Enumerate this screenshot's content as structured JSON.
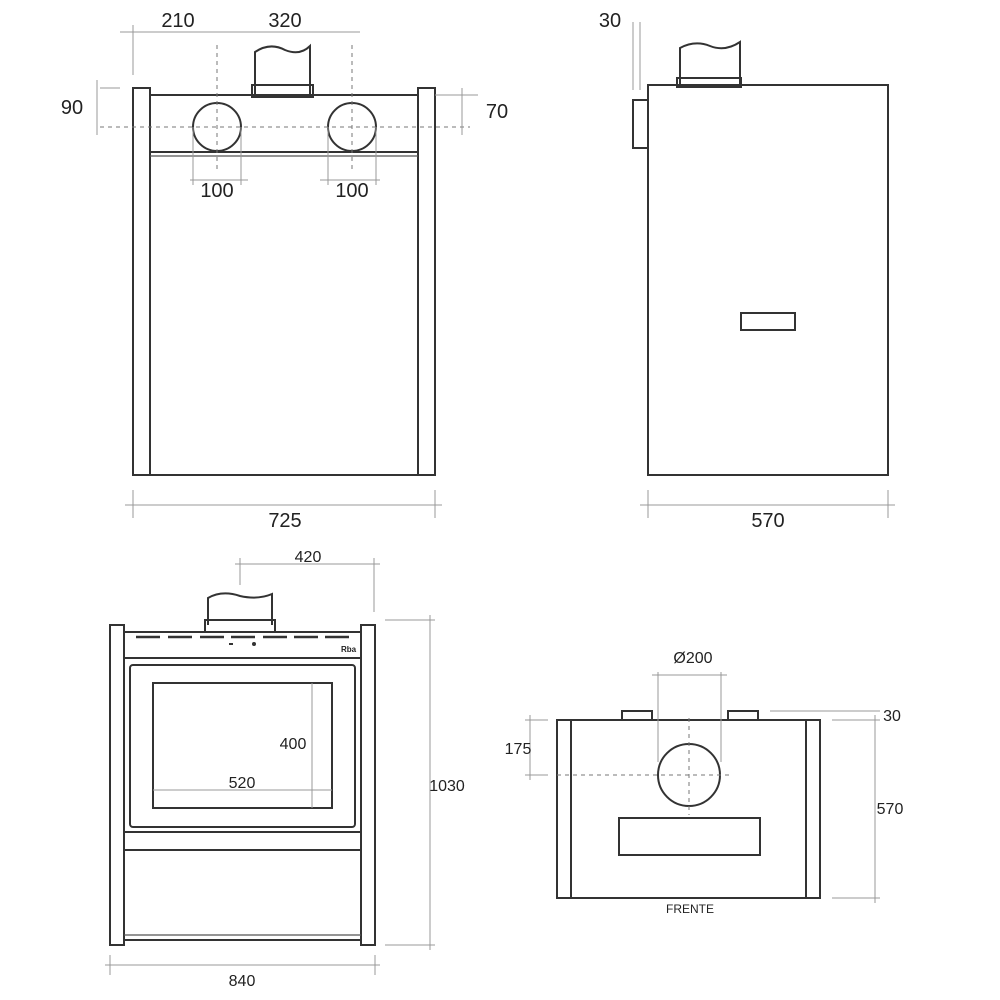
{
  "rear_view": {
    "dim_left_offset": "210",
    "dim_outlet_spacing": "320",
    "dim_top_90": "90",
    "dim_top_70": "70",
    "dim_outlet_left": "100",
    "dim_outlet_right": "100",
    "dim_width": "725"
  },
  "side_view": {
    "dim_top": "30",
    "dim_depth": "570"
  },
  "front_view": {
    "dim_flue_offset": "420",
    "dim_glass_height": "400",
    "dim_glass_width": "520",
    "dim_height": "1030",
    "dim_width": "840",
    "logo": "Rba"
  },
  "top_view": {
    "dim_flue_diameter": "Ø200",
    "dim_flue_center": "175",
    "dim_top": "30",
    "dim_depth": "570",
    "front_label": "FRENTE"
  }
}
